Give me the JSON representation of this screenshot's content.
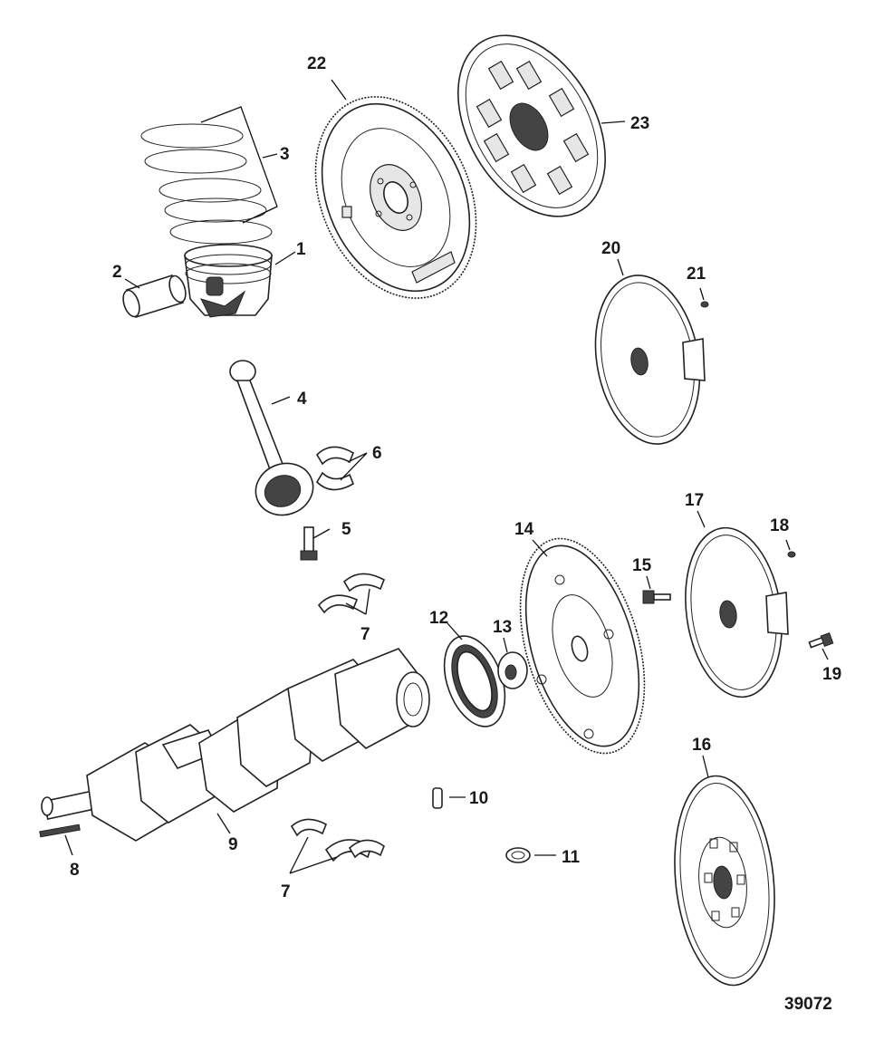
{
  "figure_number": "39072",
  "callouts": [
    "1",
    "2",
    "3",
    "4",
    "5",
    "6",
    "7",
    "7",
    "8",
    "9",
    "10",
    "11",
    "12",
    "13",
    "14",
    "15",
    "16",
    "17",
    "18",
    "19",
    "20",
    "21",
    "22",
    "23"
  ]
}
